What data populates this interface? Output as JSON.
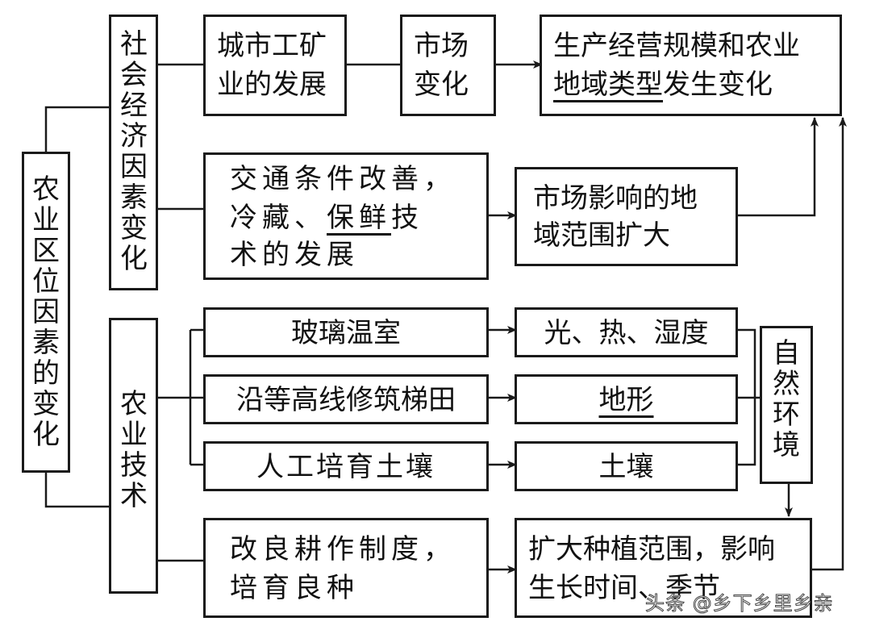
{
  "diagram": {
    "root": "农业区位因素的变化",
    "branch_socioeconomic": "社会经济因素变化",
    "branch_technology": "农业技术",
    "urban_industry": [
      "城市工矿",
      "业的发展"
    ],
    "market_change": [
      "市场",
      "变化"
    ],
    "result_top": {
      "line1": "生产经营规模和农业",
      "line2_underlined": "地域类型",
      "line2_rest": "发生变化"
    },
    "transport": {
      "line1": "交通条件改善，",
      "line2_pre": "冷藏、",
      "line2_underlined": "保鲜",
      "line2_post": "技",
      "line3": "术的发展"
    },
    "market_scope": [
      "市场影响的地",
      "域范围扩大"
    ],
    "greenhouse": "玻璃温室",
    "terrace": "沿等高线修筑梯田",
    "soil_improve": "人工培育土壤",
    "light_heat": "光、热、湿度",
    "terrain": "地形",
    "soil": "土壤",
    "natural_env": "自然环境",
    "farming_system": [
      "改良耕作制度，",
      "培育良种"
    ],
    "expand_planting": [
      "扩大种植范围，影响",
      "生长时间、季节"
    ]
  },
  "watermark": "头条 @乡下乡里乡亲"
}
